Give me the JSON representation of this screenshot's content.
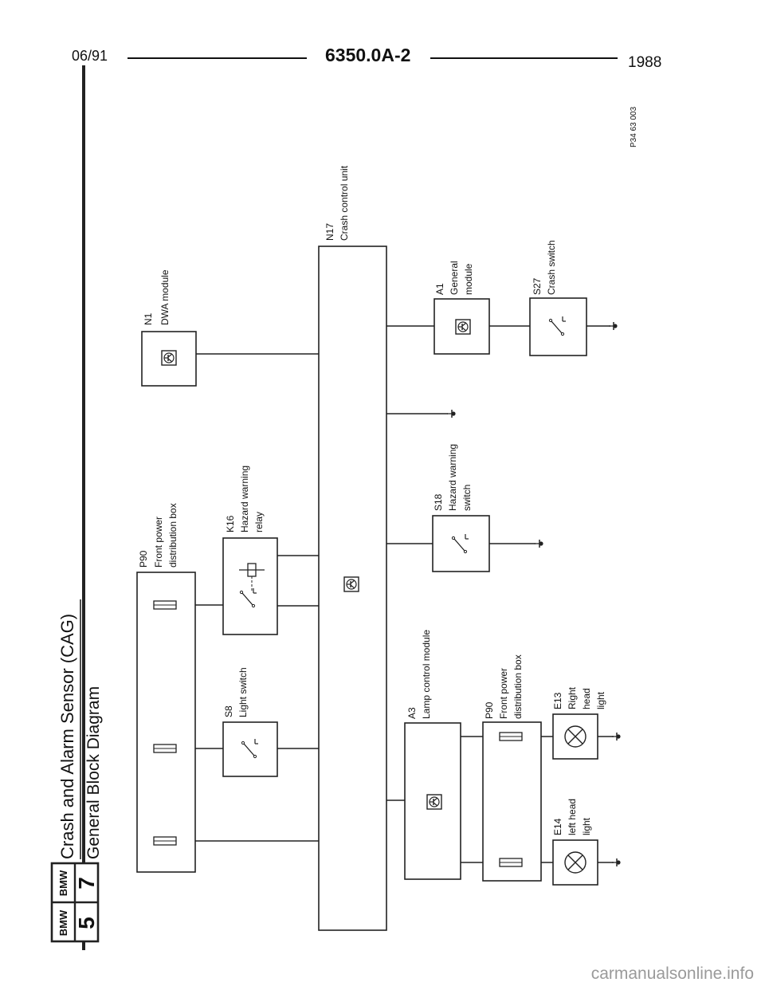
{
  "header": {
    "date": "06/91",
    "code": "6350.0A-2",
    "year": "1988"
  },
  "brand": {
    "logo_top": "BMW",
    "logo_top_number": "5",
    "logo_bottom": "BMW",
    "logo_bottom_number": "7"
  },
  "title": {
    "main": "Crash and Alarm Sensor (CAG)",
    "sub": "General Block Diagram"
  },
  "figure_ref": "P34 63 003",
  "components": {
    "n1": {
      "code": "N1",
      "name": "DWA module"
    },
    "n17": {
      "code": "N17",
      "name": "Crash control unit"
    },
    "a1": {
      "code": "A1",
      "line1": "General",
      "line2": "module"
    },
    "s27": {
      "code": "S27",
      "name": "Crash switch"
    },
    "p90_top": {
      "code": "P90",
      "line1": "Front power",
      "line2": "distribution box"
    },
    "k16": {
      "code": "K16",
      "line1": "Hazard warning",
      "line2": "relay"
    },
    "s18": {
      "code": "S18",
      "line1": "Hazard warning",
      "line2": "switch"
    },
    "s8": {
      "code": "S8",
      "name": "Light switch"
    },
    "a3": {
      "code": "A3",
      "name": "Lamp control module"
    },
    "p90_bottom": {
      "code": "P90",
      "line1": "Front power",
      "line2": "distribution box"
    },
    "e13": {
      "code": "E13",
      "line1": "Right",
      "line2": "head",
      "line3": "light"
    },
    "e14": {
      "code": "E14",
      "line1": "left head",
      "line2": "light"
    }
  },
  "watermark": "carmanualsonline.info"
}
